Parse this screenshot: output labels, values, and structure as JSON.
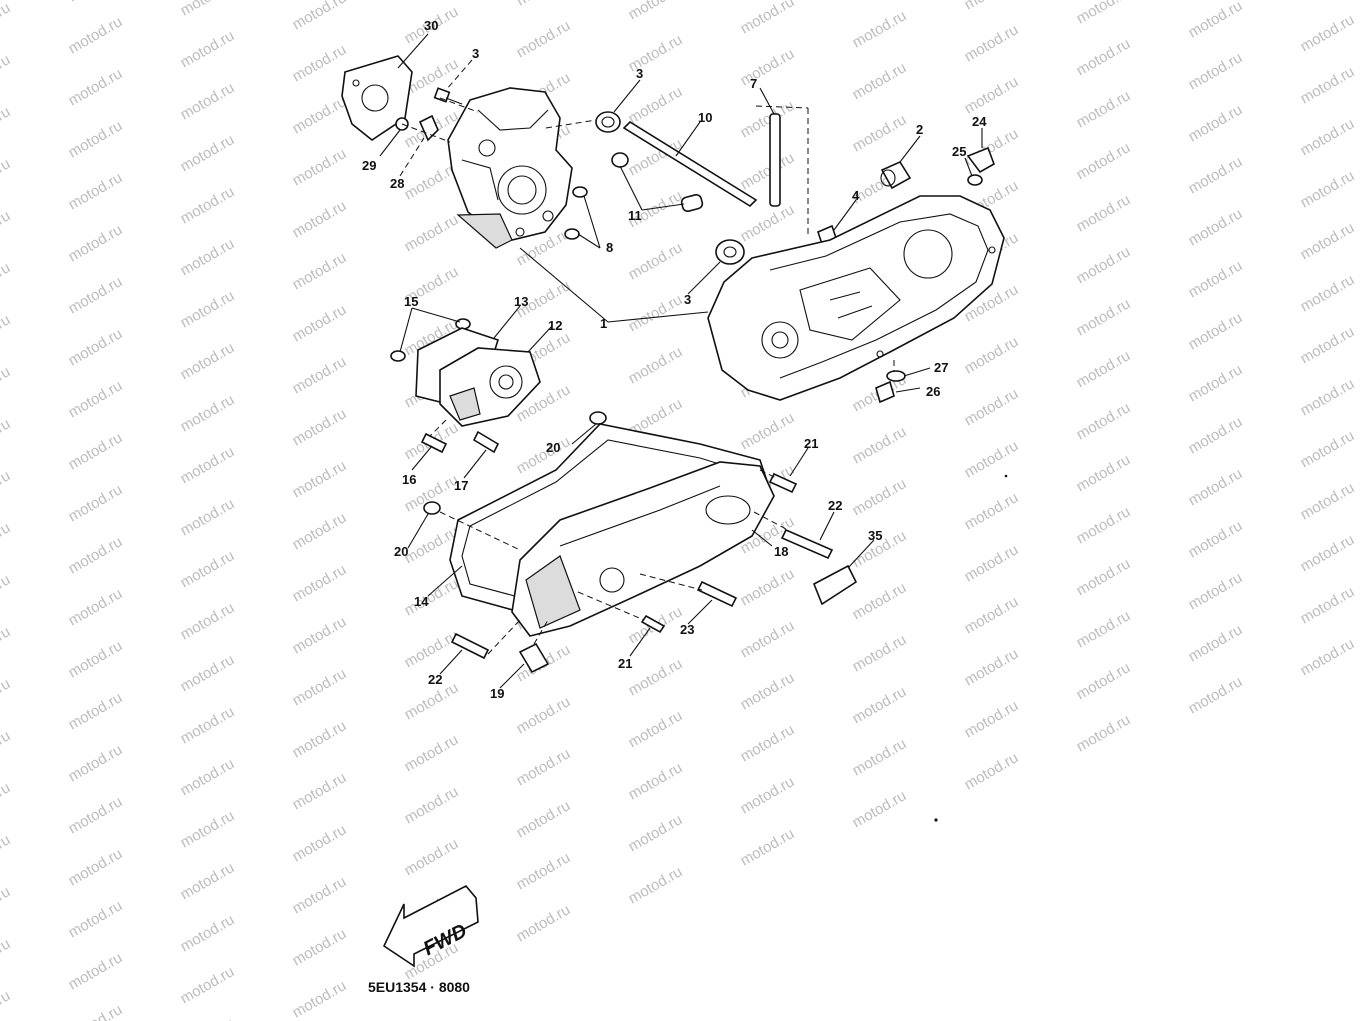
{
  "watermark": "motod.ru",
  "diagram_code": "5EU1354 · 8080",
  "direction_label": "FWD",
  "callouts": {
    "c30": "30",
    "c3a": "3",
    "c3b": "3",
    "c3c": "3",
    "c29": "29",
    "c28": "28",
    "c10": "10",
    "c7": "7",
    "c2": "2",
    "c24": "24",
    "c25": "25",
    "c4": "4",
    "c11": "11",
    "c8": "8",
    "c1": "1",
    "c15": "15",
    "c13": "13",
    "c12": "12",
    "c27": "27",
    "c26": "26",
    "c20a": "20",
    "c21a": "21",
    "c16": "16",
    "c17": "17",
    "c22a": "22",
    "c35": "35",
    "c20b": "20",
    "c18": "18",
    "c14": "14",
    "c23": "23",
    "c21b": "21",
    "c22b": "22",
    "c19": "19"
  }
}
